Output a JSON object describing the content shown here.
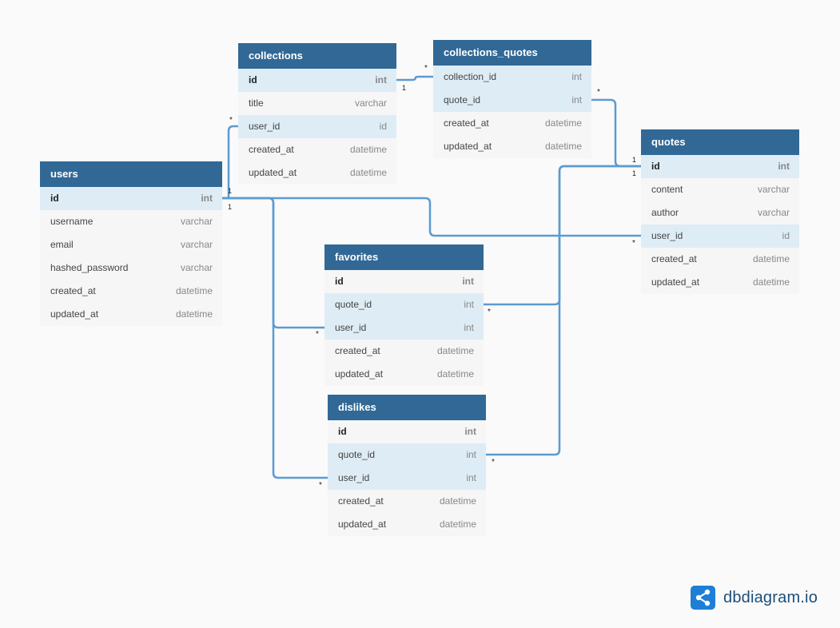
{
  "tables": [
    {
      "id": "users",
      "title": "users",
      "fields": [
        {
          "name": "id",
          "type": "int",
          "pk": true
        },
        {
          "name": "username",
          "type": "varchar"
        },
        {
          "name": "email",
          "type": "varchar"
        },
        {
          "name": "hashed_password",
          "type": "varchar"
        },
        {
          "name": "created_at",
          "type": "datetime"
        },
        {
          "name": "updated_at",
          "type": "datetime"
        }
      ]
    },
    {
      "id": "collections",
      "title": "collections",
      "fields": [
        {
          "name": "id",
          "type": "int",
          "pk": true
        },
        {
          "name": "title",
          "type": "varchar"
        },
        {
          "name": "user_id",
          "type": "id",
          "ref": true
        },
        {
          "name": "created_at",
          "type": "datetime"
        },
        {
          "name": "updated_at",
          "type": "datetime"
        }
      ]
    },
    {
      "id": "collections_quotes",
      "title": "collections_quotes",
      "fields": [
        {
          "name": "collection_id",
          "type": "int",
          "ref": true
        },
        {
          "name": "quote_id",
          "type": "int",
          "ref": true
        },
        {
          "name": "created_at",
          "type": "datetime"
        },
        {
          "name": "updated_at",
          "type": "datetime"
        }
      ]
    },
    {
      "id": "quotes",
      "title": "quotes",
      "fields": [
        {
          "name": "id",
          "type": "int",
          "pk": true
        },
        {
          "name": "content",
          "type": "varchar"
        },
        {
          "name": "author",
          "type": "varchar"
        },
        {
          "name": "user_id",
          "type": "id",
          "ref": true
        },
        {
          "name": "created_at",
          "type": "datetime"
        },
        {
          "name": "updated_at",
          "type": "datetime"
        }
      ]
    },
    {
      "id": "favorites",
      "title": "favorites",
      "fields": [
        {
          "name": "id",
          "type": "int",
          "pk": true
        },
        {
          "name": "quote_id",
          "type": "int",
          "ref": true
        },
        {
          "name": "user_id",
          "type": "int",
          "ref": true
        },
        {
          "name": "created_at",
          "type": "datetime"
        },
        {
          "name": "updated_at",
          "type": "datetime"
        }
      ]
    },
    {
      "id": "dislikes",
      "title": "dislikes",
      "fields": [
        {
          "name": "id",
          "type": "int",
          "pk": true
        },
        {
          "name": "quote_id",
          "type": "int",
          "ref": true
        },
        {
          "name": "user_id",
          "type": "int",
          "ref": true
        },
        {
          "name": "created_at",
          "type": "datetime"
        },
        {
          "name": "updated_at",
          "type": "datetime"
        }
      ]
    }
  ],
  "relations": [
    {
      "from": "collections.user_id",
      "to": "users.id",
      "from_card": "*",
      "to_card": "1"
    },
    {
      "from": "collections_quotes.collection_id",
      "to": "collections.id",
      "from_card": "*",
      "to_card": "1"
    },
    {
      "from": "collections_quotes.quote_id",
      "to": "quotes.id",
      "from_card": "*",
      "to_card": "1"
    },
    {
      "from": "quotes.user_id",
      "to": "users.id",
      "from_card": "*",
      "to_card": "1"
    },
    {
      "from": "favorites.user_id",
      "to": "users.id",
      "from_card": "*",
      "to_card": "1"
    },
    {
      "from": "favorites.quote_id",
      "to": "quotes.id",
      "from_card": "*",
      "to_card": "1"
    },
    {
      "from": "dislikes.user_id",
      "to": "users.id",
      "from_card": "*",
      "to_card": "1"
    },
    {
      "from": "dislikes.quote_id",
      "to": "quotes.id",
      "from_card": "*",
      "to_card": "1"
    }
  ],
  "brand": {
    "name": "dbdiagram.io",
    "logo_icon": "share-nodes-icon",
    "accent": "#1f7ed6",
    "header_color": "#316896",
    "line_color": "#5b9bd1"
  }
}
